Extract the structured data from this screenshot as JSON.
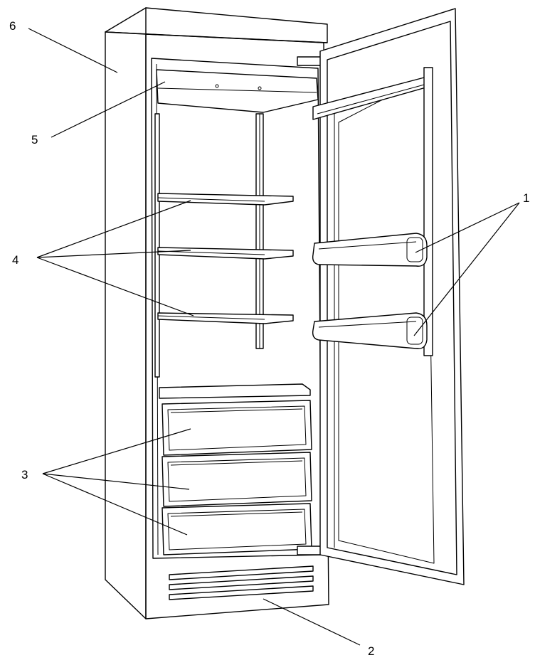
{
  "diagram": {
    "callouts": [
      {
        "id": "6",
        "label": "6"
      },
      {
        "id": "5",
        "label": "5"
      },
      {
        "id": "4",
        "label": "4"
      },
      {
        "id": "3",
        "label": "3"
      },
      {
        "id": "1",
        "label": "1"
      },
      {
        "id": "2",
        "label": "2"
      }
    ],
    "colors": {
      "ink": "#000000",
      "background": "#ffffff"
    }
  }
}
